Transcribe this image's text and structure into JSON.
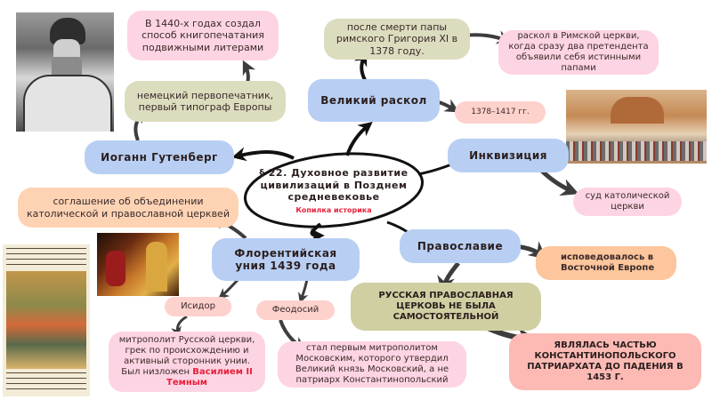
{
  "center": {
    "title": "§ 22. Духовное развитие цивилизаций в Позднем средневековье",
    "subtitle": "Копилка историка"
  },
  "nodes": {
    "gutenberg": "Иоганн Гутенберг",
    "gutenberg_desc": "немецкий первопечатник, первый типограф Европы",
    "gutenberg_fact": "В 1440-х годах создал способ книгопечатания подвижными литерами",
    "schism": "Великий раскол",
    "schism_cause": "после смерти папы римского Григория XI в 1378 году.",
    "schism_desc": "раскол в Римской церкви, когда сразу два претендента объявили себя истинными папами",
    "schism_years": "1378–1417 гг.",
    "inquisition": "Инквизиция",
    "inquisition_desc": "суд католической церкви",
    "union": "Флорентийская уния 1439 года",
    "union_desc": "соглашение об объединении католической и православной церквей",
    "isidore": "Исидор",
    "isidore_desc_plain": "митрополит Русской церкви, грек по происхождению и активный сторонник унии. Был низложен ",
    "isidore_desc_red": "Василием II Темным",
    "feodosy": "Феодосий",
    "feodosy_desc": "стал первым митрополитом Московским, которого утвердил Великий князь Московский, а не патриарх Константинопольский",
    "orthodoxy": "Православие",
    "orthodoxy_desc": "исповедовалось в Восточной Европе",
    "russian_church": "РУССКАЯ ПРАВОСЛАВНАЯ ЦЕРКОВЬ НЕ БЫЛА САМОСТОЯТЕЛЬНОЙ",
    "constantinople": "ЯВЛЯЛАСЬ ЧАСТЬЮ КОНСТАНТИНОПОЛЬСКОГО ПАТРИАРХАТА ДО ПАДЕНИЯ В 1453 Г."
  },
  "images": {
    "gutenberg_portrait": "gutenberg-portrait",
    "venice_procession": "venice-procession-painting",
    "council_painting": "church-fathers-painting",
    "chronicle_miniature": "russian-chronicle-miniature"
  },
  "colors": {
    "accent_red": "#e8213a",
    "arrow_dark": "#3d3d3d",
    "arrow_black": "#111111"
  }
}
